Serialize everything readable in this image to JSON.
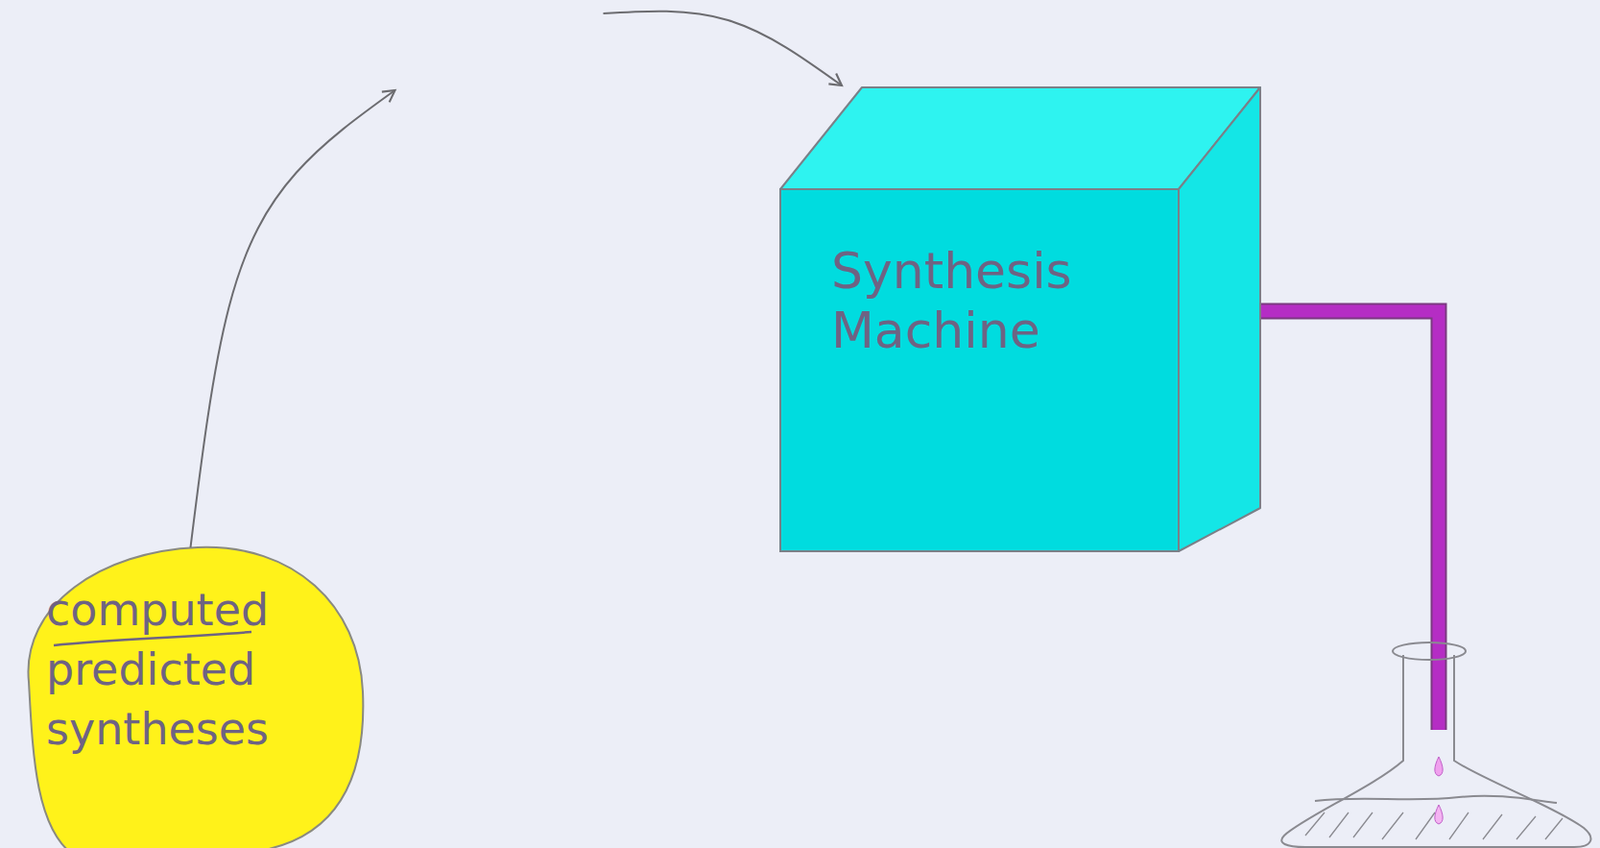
{
  "diagram": {
    "nodes": [
      {
        "text": [
          "computed predicted syntheses"
        ]
      },
      {
        "text": [
          "Synthesis Machine"
        ]
      }
    ],
    "edges": [
      {
        "from": 0,
        "to": 1,
        "arrow": "to"
      }
    ]
  }
}
